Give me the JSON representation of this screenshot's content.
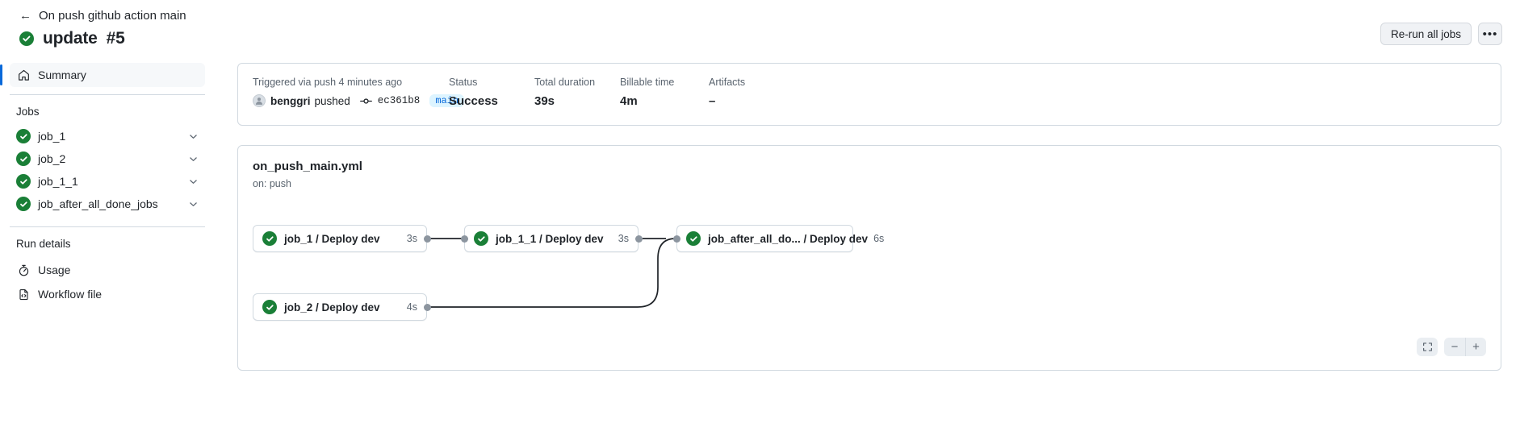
{
  "header": {
    "breadcrumb": "On push github action main",
    "back_icon": "arrow-left-icon",
    "title": "update",
    "run_number": "#5",
    "status_icon": "success-check-icon",
    "rerun_label": "Re-run all jobs",
    "more_label": "•••"
  },
  "sidebar": {
    "summary": {
      "label": "Summary",
      "icon": "home-icon"
    },
    "jobs_heading": "Jobs",
    "jobs": [
      {
        "label": "job_1",
        "status": "success"
      },
      {
        "label": "job_2",
        "status": "success"
      },
      {
        "label": "job_1_1",
        "status": "success"
      },
      {
        "label": "job_after_all_done_jobs",
        "status": "success"
      }
    ],
    "run_details_heading": "Run details",
    "run_details": [
      {
        "label": "Usage",
        "icon": "stopwatch-icon"
      },
      {
        "label": "Workflow file",
        "icon": "file-code-icon"
      }
    ]
  },
  "summary": {
    "triggered_label": "Triggered via push 4 minutes ago",
    "user": "benggri",
    "action": "pushed",
    "commit_sha": "ec361b8",
    "branch": "main",
    "status_label": "Status",
    "status_value": "Success",
    "duration_label": "Total duration",
    "duration_value": "39s",
    "billable_label": "Billable time",
    "billable_value": "4m",
    "artifacts_label": "Artifacts",
    "artifacts_value": "–"
  },
  "workflow": {
    "file_name": "on_push_main.yml",
    "trigger": "on: push",
    "nodes": [
      {
        "label": "job_1 / Deploy dev",
        "duration": "3s",
        "status": "success"
      },
      {
        "label": "job_2 / Deploy dev",
        "duration": "4s",
        "status": "success"
      },
      {
        "label": "job_1_1 / Deploy dev",
        "duration": "3s",
        "status": "success"
      },
      {
        "label": "job_after_all_do... / Deploy dev",
        "duration": "6s",
        "status": "success"
      }
    ],
    "controls": {
      "fullscreen": "fullscreen-icon",
      "zoom_out": "−",
      "zoom_in": "+"
    }
  },
  "colors": {
    "success_green": "#1a7f37",
    "accent_blue": "#0969da",
    "border": "#d1d9e0",
    "muted_text": "#59636e",
    "branch_pill_bg": "#ddf4ff"
  }
}
